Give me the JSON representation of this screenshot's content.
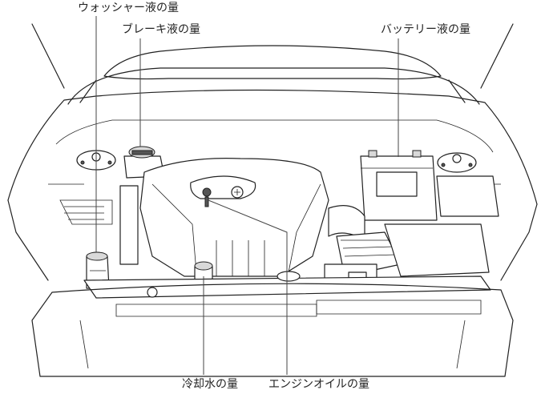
{
  "labels": {
    "washer_fluid": "ウォッシャー液の量",
    "brake_fluid": "ブレーキ液の量",
    "battery_fluid": "バッテリー液の量",
    "coolant": "冷却水の量",
    "engine_oil": "エンジンオイルの量"
  }
}
